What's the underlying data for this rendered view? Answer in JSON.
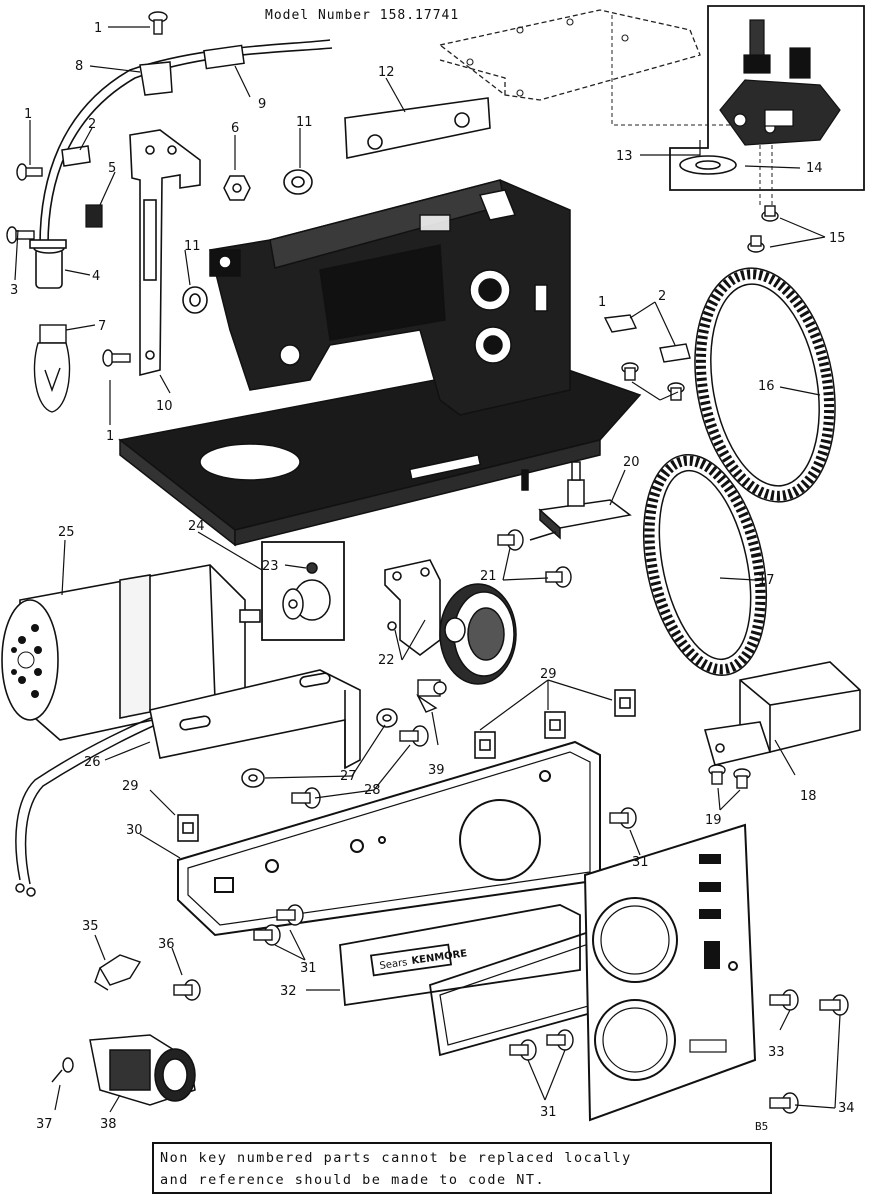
{
  "header": {
    "model_text": "Model Number 158.17741"
  },
  "panel": {
    "brand_sears": "Sears",
    "brand_kenmore": "KENMORE"
  },
  "corner_code": "B5",
  "note": {
    "line1": "Non key numbered parts cannot be replaced locally",
    "line2": "and reference should be made to code NT."
  },
  "callouts": [
    "1",
    "8",
    "9",
    "12",
    "13",
    "14",
    "15",
    "1",
    "2",
    "6",
    "11",
    "5",
    "3",
    "4",
    "11",
    "7",
    "1",
    "10",
    "1",
    "2",
    "16",
    "20",
    "25",
    "24",
    "23",
    "21",
    "17",
    "22",
    "29",
    "26",
    "27",
    "28",
    "39",
    "18",
    "29",
    "19",
    "30",
    "31",
    "35",
    "36",
    "31",
    "32",
    "33",
    "37",
    "38",
    "31",
    "34"
  ]
}
